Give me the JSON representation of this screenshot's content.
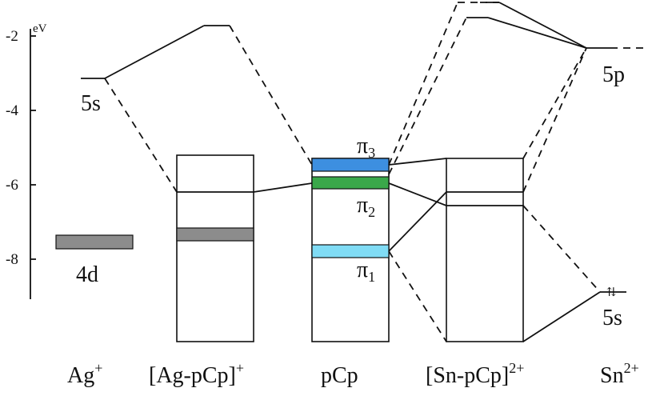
{
  "axis": {
    "unit": "eV",
    "ticks": [
      "-2",
      "-4",
      "-6",
      "-8"
    ]
  },
  "levels": {
    "ag_5s": "5s",
    "ag_4d": "4d",
    "sn_5p": "5p",
    "sn_5s": "5s"
  },
  "pi_orbitals": [
    {
      "base": "π",
      "sub": "3"
    },
    {
      "base": "π",
      "sub": "2"
    },
    {
      "base": "π",
      "sub": "1"
    }
  ],
  "species": [
    {
      "base": "Ag",
      "sup": "+"
    },
    {
      "base": "[Ag-pCp]",
      "sup": "+"
    },
    {
      "base": "pCp",
      "sup": ""
    },
    {
      "base": "[Sn-pCp]",
      "sup": "2+"
    },
    {
      "base": "Sn",
      "sup": "2+"
    }
  ],
  "colors": {
    "pi3_band": "#3d8fe0",
    "pi2_band": "#3aa84a",
    "pi1_band": "#80dcf5",
    "d_band": "#8c8c8c"
  },
  "electron_marker": "⇅"
}
